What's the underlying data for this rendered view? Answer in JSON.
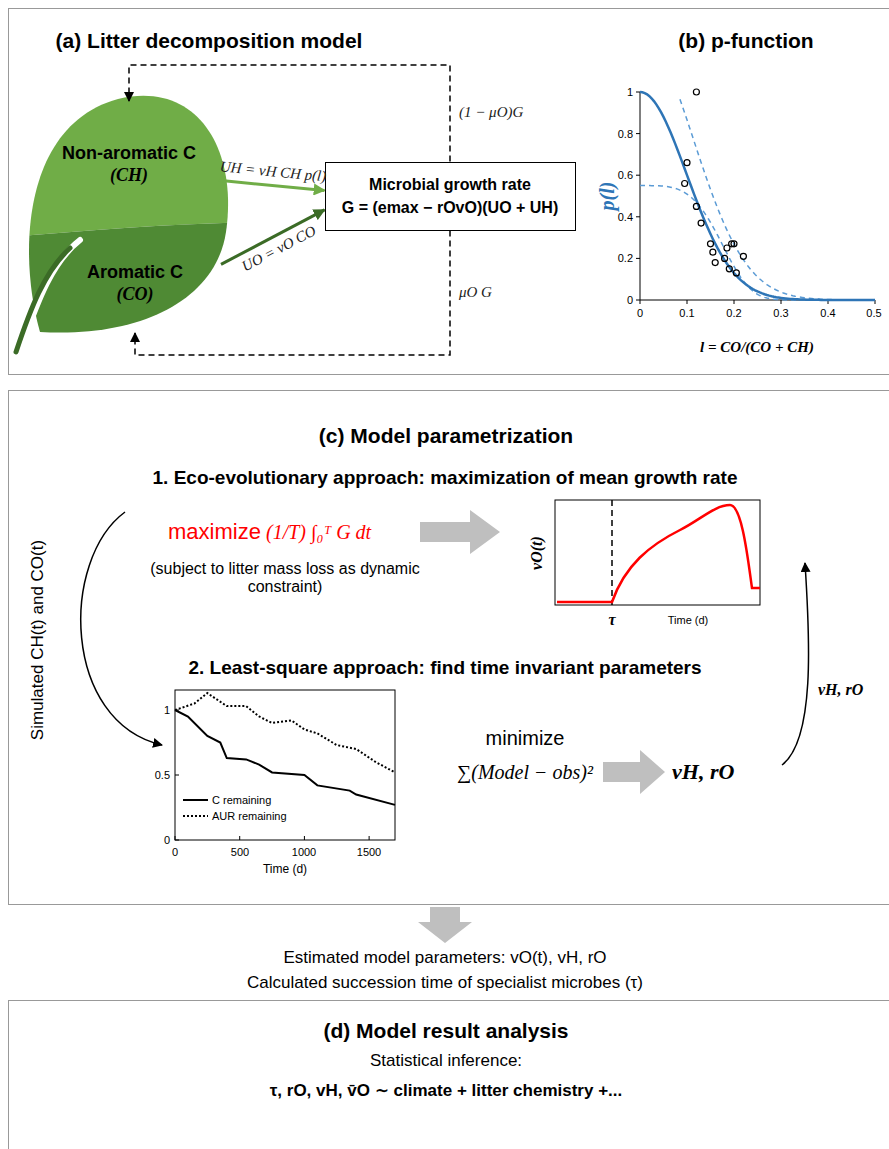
{
  "diagram": {
    "nodes": [
      {
        "text": [
          "(a) Litter decomposition model"
        ]
      },
      {
        "text": [
          "Non-aromatic C",
          "(CH)"
        ],
        "in": 0
      },
      {
        "text": [
          "Aromatic C",
          "(CO)"
        ],
        "in": 0
      },
      {
        "text": [
          "Microbial growth rate",
          "G = (emax − rOvO)(UO + UH)"
        ],
        "in": 0
      },
      {
        "text": [
          "(b) p-function"
        ],
        "in": 0
      },
      {
        "text": [
          "(c) Model parametrization"
        ]
      },
      {
        "text": [
          "(d) Model result analysis",
          "Statistical inference:",
          "τ, rO, vH, v̄O ∼ climate + litter chemistry +..."
        ]
      }
    ],
    "edges": [
      {
        "from": 1,
        "to": 3,
        "label": "UH = vH CH p(l)",
        "arrow": "to"
      },
      {
        "from": 2,
        "to": 3,
        "label": "UO = vO CO",
        "arrow": "to"
      },
      {
        "from": 3,
        "to": 1,
        "label": "(1 − μO)G",
        "arrow": "to"
      },
      {
        "from": 3,
        "to": 2,
        "label": "μO G",
        "arrow": "to"
      }
    ],
    "labels": [
      "1",
      "0.8",
      "0.6",
      "0.4",
      "0.2",
      "0",
      "0",
      "0.1",
      "0.2",
      "0.3",
      "0.4",
      "0.5",
      "p(l)",
      "l = CO/(CO + CH)",
      "1. Eco-evolutionary approach: maximization of mean growth rate",
      "maximize",
      "(1/T) ∫₀ᵀ G dt",
      "(subject to litter mass loss as dynamic constraint)",
      "vO(t)",
      "τ",
      "Time (d)",
      "2. Least-square approach: find time invariant parameters",
      "1",
      "0.5",
      "0",
      "0",
      "500",
      "1000",
      "1500",
      "Time (d)",
      "minimize",
      "∑(Model − obs)²",
      "vH, rO",
      "vH, rO",
      "Simulated CH(t) and CO(t)",
      "Estimated model parameters: vO(t), vH, rO",
      "Calculated succession time of specialist microbes (τ)"
    ],
    "legend": [
      {
        "text": "C remaining"
      },
      {
        "text": "AUR remaining"
      }
    ]
  }
}
